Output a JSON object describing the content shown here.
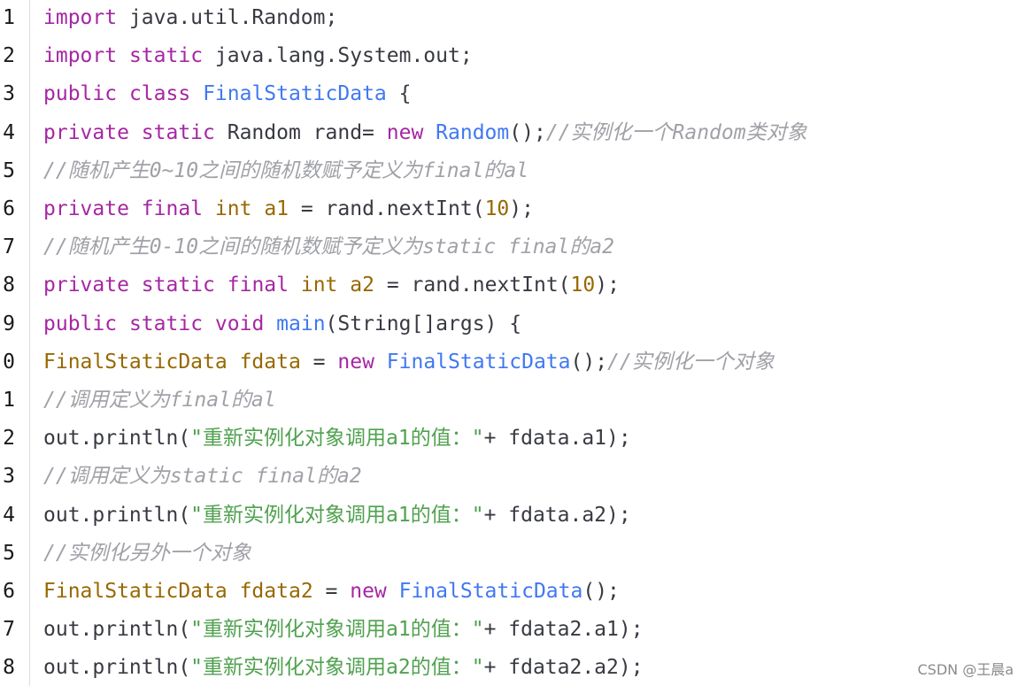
{
  "line_numbers": [
    "1",
    "2",
    "3",
    "4",
    "5",
    "6",
    "7",
    "8",
    "9",
    "0",
    "1",
    "2",
    "3",
    "4",
    "5",
    "6",
    "7",
    "8"
  ],
  "lines": [
    [
      {
        "t": "kw",
        "v": "import"
      },
      {
        "t": "plain",
        "v": " java.util.Random;"
      }
    ],
    [
      {
        "t": "kw",
        "v": "import"
      },
      {
        "t": "plain",
        "v": " "
      },
      {
        "t": "kw",
        "v": "static"
      },
      {
        "t": "plain",
        "v": " java.lang.System.out;"
      }
    ],
    [
      {
        "t": "kw",
        "v": "public"
      },
      {
        "t": "plain",
        "v": " "
      },
      {
        "t": "kw",
        "v": "class"
      },
      {
        "t": "plain",
        "v": " "
      },
      {
        "t": "cls",
        "v": "FinalStaticData"
      },
      {
        "t": "plain",
        "v": " {"
      }
    ],
    [
      {
        "t": "kw",
        "v": "private"
      },
      {
        "t": "plain",
        "v": " "
      },
      {
        "t": "kw",
        "v": "static"
      },
      {
        "t": "plain",
        "v": " Random rand= "
      },
      {
        "t": "kw",
        "v": "new"
      },
      {
        "t": "plain",
        "v": " "
      },
      {
        "t": "cls",
        "v": "Random"
      },
      {
        "t": "plain",
        "v": "();"
      },
      {
        "t": "cm",
        "v": "//实例化一个Random类对象"
      }
    ],
    [
      {
        "t": "cm",
        "v": "//随机产生0~10之间的随机数赋予定义为final的al"
      }
    ],
    [
      {
        "t": "kw",
        "v": "private"
      },
      {
        "t": "plain",
        "v": " "
      },
      {
        "t": "kw",
        "v": "final"
      },
      {
        "t": "plain",
        "v": " "
      },
      {
        "t": "type",
        "v": "int"
      },
      {
        "t": "plain",
        "v": " "
      },
      {
        "t": "type",
        "v": "a1"
      },
      {
        "t": "plain",
        "v": " = rand.nextInt("
      },
      {
        "t": "num",
        "v": "10"
      },
      {
        "t": "plain",
        "v": ");"
      }
    ],
    [
      {
        "t": "cm",
        "v": "//随机产生0-10之间的随机数赋予定义为static final的a2"
      }
    ],
    [
      {
        "t": "kw",
        "v": "private"
      },
      {
        "t": "plain",
        "v": " "
      },
      {
        "t": "kw",
        "v": "static"
      },
      {
        "t": "plain",
        "v": " "
      },
      {
        "t": "kw",
        "v": "final"
      },
      {
        "t": "plain",
        "v": " "
      },
      {
        "t": "type",
        "v": "int"
      },
      {
        "t": "plain",
        "v": " "
      },
      {
        "t": "type",
        "v": "a2"
      },
      {
        "t": "plain",
        "v": " = rand.nextInt("
      },
      {
        "t": "num",
        "v": "10"
      },
      {
        "t": "plain",
        "v": ");"
      }
    ],
    [
      {
        "t": "kw",
        "v": "public"
      },
      {
        "t": "plain",
        "v": " "
      },
      {
        "t": "kw",
        "v": "static"
      },
      {
        "t": "plain",
        "v": " "
      },
      {
        "t": "kw",
        "v": "void"
      },
      {
        "t": "plain",
        "v": " "
      },
      {
        "t": "fn",
        "v": "main"
      },
      {
        "t": "plain",
        "v": "(String[]args) {"
      }
    ],
    [
      {
        "t": "type",
        "v": "FinalStaticData"
      },
      {
        "t": "plain",
        "v": " "
      },
      {
        "t": "type",
        "v": "fdata"
      },
      {
        "t": "plain",
        "v": " = "
      },
      {
        "t": "kw",
        "v": "new"
      },
      {
        "t": "plain",
        "v": " "
      },
      {
        "t": "cls",
        "v": "FinalStaticData"
      },
      {
        "t": "plain",
        "v": "();"
      },
      {
        "t": "cm",
        "v": "//实例化一个对象"
      }
    ],
    [
      {
        "t": "cm",
        "v": "//调用定义为final的al"
      }
    ],
    [
      {
        "t": "plain",
        "v": "out.println("
      },
      {
        "t": "str",
        "v": "\"重新实例化对象调用a1的值：\""
      },
      {
        "t": "plain",
        "v": "+ fdata.a1);"
      }
    ],
    [
      {
        "t": "cm",
        "v": "//调用定义为static final的a2"
      }
    ],
    [
      {
        "t": "plain",
        "v": "out.println("
      },
      {
        "t": "str",
        "v": "\"重新实例化对象调用a1的值：\""
      },
      {
        "t": "plain",
        "v": "+ fdata.a2);"
      }
    ],
    [
      {
        "t": "cm",
        "v": "//实例化另外一个对象"
      }
    ],
    [
      {
        "t": "type",
        "v": "FinalStaticData"
      },
      {
        "t": "plain",
        "v": " "
      },
      {
        "t": "type",
        "v": "fdata2"
      },
      {
        "t": "plain",
        "v": " = "
      },
      {
        "t": "kw",
        "v": "new"
      },
      {
        "t": "plain",
        "v": " "
      },
      {
        "t": "cls",
        "v": "FinalStaticData"
      },
      {
        "t": "plain",
        "v": "();"
      }
    ],
    [
      {
        "t": "plain",
        "v": "out.println("
      },
      {
        "t": "str",
        "v": "\"重新实例化对象调用a1的值：\""
      },
      {
        "t": "plain",
        "v": "+ fdata2.a1);"
      }
    ],
    [
      {
        "t": "plain",
        "v": "out.println("
      },
      {
        "t": "str",
        "v": "\"重新实例化对象调用a2的值：\""
      },
      {
        "t": "plain",
        "v": "+ fdata2.a2);"
      }
    ]
  ],
  "watermark": "CSDN @王晨a",
  "colors": {
    "keyword": "#a626a4",
    "type": "#986801",
    "class": "#4078f2",
    "string": "#50a14f",
    "comment": "#a0a1a7",
    "plain": "#383a42"
  }
}
